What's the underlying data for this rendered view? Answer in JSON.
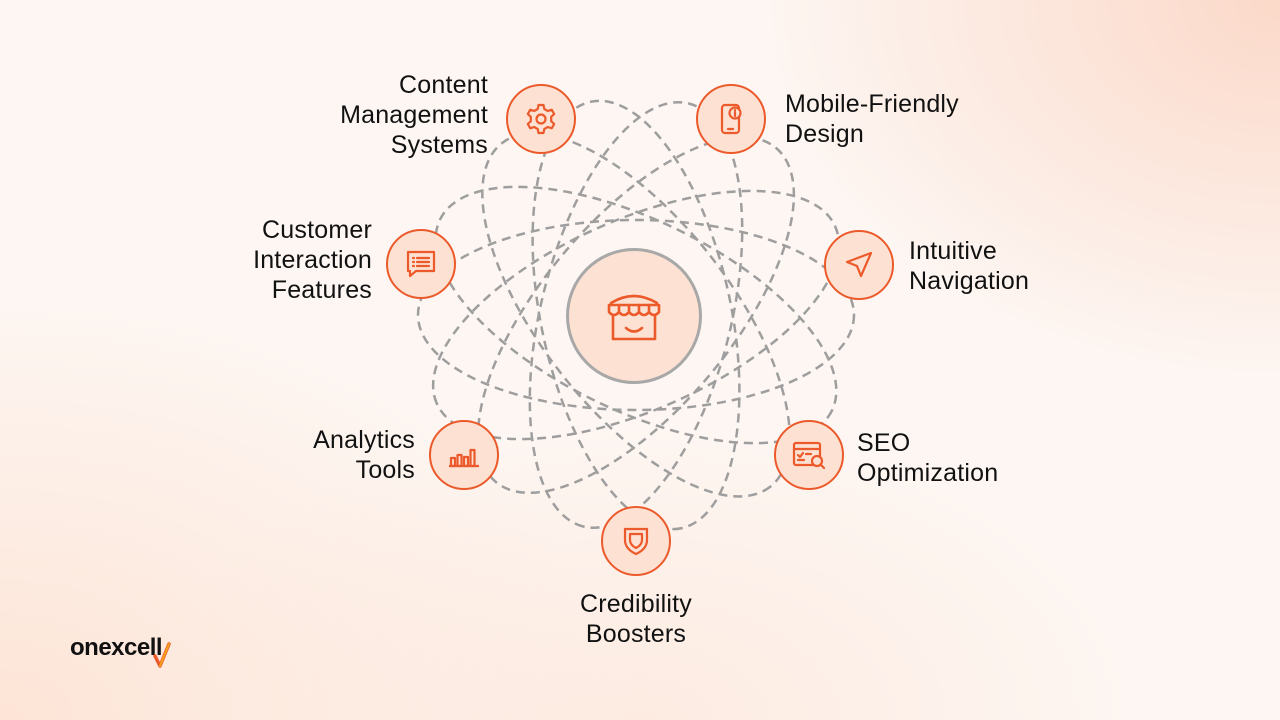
{
  "hub": {
    "icon": "storefront-icon"
  },
  "features": [
    {
      "id": "cms",
      "label": "Content\nManagement\nSystems",
      "icon": "gear-icon"
    },
    {
      "id": "mobile",
      "label": "Mobile-Friendly\nDesign",
      "icon": "mobile-info-icon"
    },
    {
      "id": "nav",
      "label": "Intuitive\nNavigation",
      "icon": "navigation-arrow-icon"
    },
    {
      "id": "seo",
      "label": "SEO\nOptimization",
      "icon": "browser-search-icon"
    },
    {
      "id": "cred",
      "label": "Credibility\nBoosters",
      "icon": "shield-icon"
    },
    {
      "id": "analytics",
      "label": "Analytics\nTools",
      "icon": "bar-chart-icon"
    },
    {
      "id": "interaction",
      "label": "Customer\nInteraction\nFeatures",
      "icon": "chat-message-icon"
    }
  ],
  "logo": {
    "text": "onexcell"
  },
  "colors": {
    "accent": "#ec5a2b",
    "node_fill": "#fde1d2",
    "orbit": "#9e9e9e"
  }
}
